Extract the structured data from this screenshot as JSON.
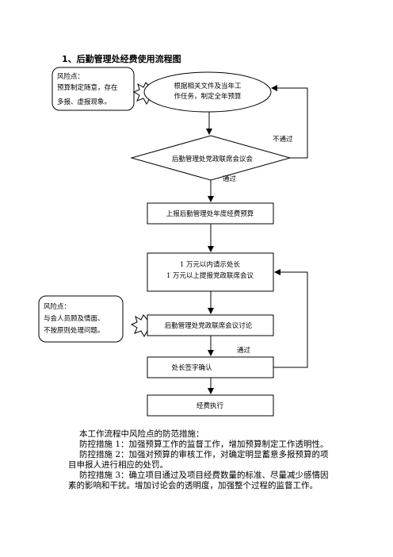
{
  "title": "1、后勤管理处经费使用流程图",
  "risk_box_1": {
    "lines": [
      "风险点：",
      "预算制定随意，存在",
      "多报、虚报现象。"
    ]
  },
  "risk_box_2": {
    "lines": [
      "风险点：",
      "与会人员顾及情面、",
      "不按原则处理问题。"
    ]
  },
  "step_budget": {
    "lines": [
      "根据相关文件及当年工",
      "作任务，制定全年预算"
    ]
  },
  "decision_meeting": {
    "label": "后勤管理处党政联席会议会"
  },
  "step_report": {
    "label": "上报后勤管理处年度经费预算"
  },
  "step_approval": {
    "lines": [
      "1 万元以内请示处长",
      "1 万元以上提报党政联席会议"
    ]
  },
  "step_discuss": {
    "label": "后勤管理处党政联席会议讨论"
  },
  "step_sign": {
    "label": "处长签字确认"
  },
  "step_execute": {
    "label": "经费执行"
  },
  "edge_labels": {
    "fail": "不通过",
    "pass_1": "通过",
    "pass_2": "通过"
  },
  "measures": {
    "heading": "本工作流程中风险点的防范措施：",
    "items": [
      "防控措施 1：加强预算工作的监督工作，增加预算制定工作透明性。",
      "防控措施 2：加强对预算的审核工作，对确定明显蓄意多报预算的项目申报人进行相应的处罚。",
      "防控措施 3：确立项目通过及项目经费数量的标准、尽量减少感情因素的影响和干扰。增加讨论会的透明度，加强整个过程的监督工作。"
    ]
  }
}
